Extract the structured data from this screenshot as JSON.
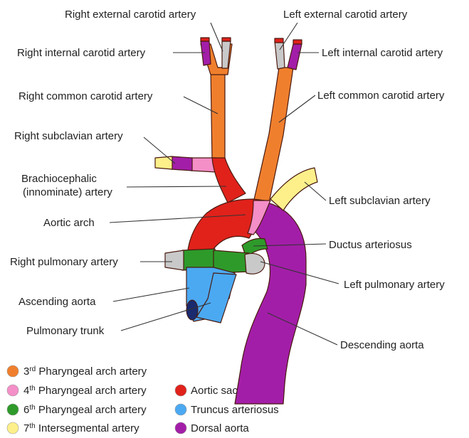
{
  "labels": {
    "right_external_carotid": "Right external carotid artery",
    "left_external_carotid": "Left external carotid artery",
    "right_internal_carotid": "Right internal carotid artery",
    "left_internal_carotid": "Left internal carotid artery",
    "right_common_carotid": "Right common carotid artery",
    "left_common_carotid": "Left common carotid artery",
    "right_subclavian": "Right subclavian artery",
    "brachiocephalic_line1": "Brachiocephalic",
    "brachiocephalic_line2": "(innominate) artery",
    "left_subclavian": "Left subclavian artery",
    "aortic_arch": "Aortic arch",
    "ductus_arteriosus": "Ductus arteriosus",
    "right_pulmonary": "Right pulmonary artery",
    "left_pulmonary": "Left pulmonary artery",
    "ascending_aorta": "Ascending aorta",
    "pulmonary_trunk": "Pulmonary trunk",
    "descending_aorta": "Descending aorta"
  },
  "legend": [
    {
      "num": "3",
      "sup": "rd",
      "text": " Pharyngeal arch artery",
      "color": "#f07f2d"
    },
    {
      "num": "4",
      "sup": "th",
      "text": " Pharyngeal arch artery",
      "color": "#f48fc8"
    },
    {
      "num": "6",
      "sup": "th",
      "text": " Pharyngeal arch artery",
      "color": "#2e9a2a"
    },
    {
      "num": "7",
      "sup": "th",
      "text": " Intersegmental artery",
      "color": "#fdf08a"
    },
    {
      "num": "",
      "sup": "",
      "text": "Aortic sac",
      "color": "#e0221b"
    },
    {
      "num": "",
      "sup": "",
      "text": "Truncus arteriosus",
      "color": "#4ba9f2"
    },
    {
      "num": "",
      "sup": "",
      "text": "Dorsal aorta",
      "color": "#a31ea8"
    }
  ],
  "colors": {
    "pharyngeal_3": "#f07f2d",
    "pharyngeal_4": "#f48fc8",
    "pharyngeal_6": "#2e9a2a",
    "intersegmental_7": "#fdf08a",
    "aortic_sac": "#e0221b",
    "truncus": "#4ba9f2",
    "dorsal_aorta": "#a31ea8",
    "cut_end": "#c9c9c9"
  }
}
